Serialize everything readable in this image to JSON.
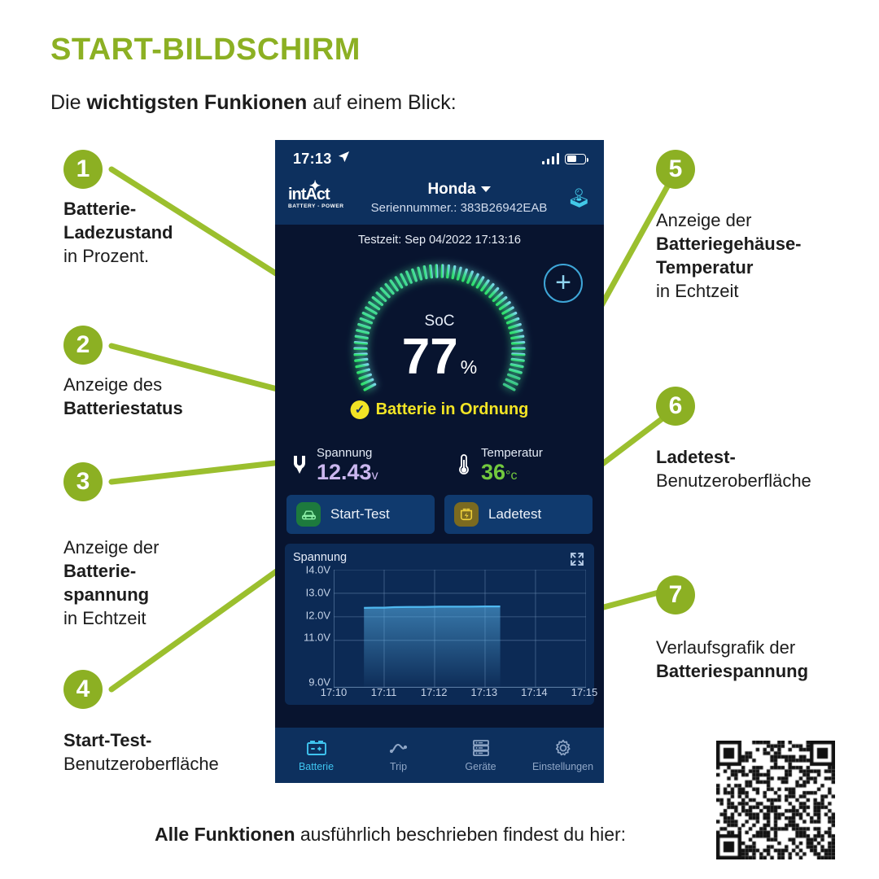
{
  "poster": {
    "title": "START-BILDSCHIRM",
    "subtitle_pre": "Die ",
    "subtitle_bold": "wichtigsten Funkionen",
    "subtitle_post": " auf einem Blick:",
    "footer_bold": "Alle Funktionen",
    "footer_post": " ausführlich beschrieben findest du hier:",
    "accent_color": "#8cb023",
    "qr_alt": "qr-code"
  },
  "callouts": [
    {
      "number": "1",
      "bold_first": "Batterie-\nLadezustand",
      "rest": "in Prozent."
    },
    {
      "number": "2",
      "intro": "Anzeige des",
      "bold": "Batteriestatus"
    },
    {
      "number": "3",
      "intro": "Anzeige der",
      "bold": "Batterie-\nspannung",
      "rest": "in Echtzeit"
    },
    {
      "number": "4",
      "bold_first": "Start-Test-",
      "rest": "Benutzeroberfläche"
    },
    {
      "number": "5",
      "intro": "Anzeige der",
      "bold": "Batteriegehäuse-\nTemperatur",
      "rest": "in Echtzeit"
    },
    {
      "number": "6",
      "bold_first": "Ladetest-",
      "rest": "Benutzeroberfläche"
    },
    {
      "number": "7",
      "intro": "Verlaufsgrafik der",
      "bold": "Batteriespannung"
    }
  ],
  "phone": {
    "statusbar": {
      "time": "17:13",
      "location_icon": "location-arrow-icon",
      "signal_icon": "cellular-signal-icon",
      "battery_icon": "battery-icon"
    },
    "header": {
      "logo_main": "intAct",
      "logo_sub": "BATTERY - POWER",
      "vehicle": "Honda",
      "serial": "Seriennummer.: 383B26942EAB",
      "bluetooth_icon": "bluetooth-icon",
      "bluetooth_color": "#42c8e8"
    },
    "testtime": "Testzeit: Sep 04/2022 17:13:16",
    "gauge": {
      "soc_label": "SoC",
      "soc_value": "77",
      "soc_unit": "%",
      "percent": 77,
      "status_text": "Batterie in Ordnung",
      "status_color": "#f2e425",
      "check_icon": "check-circle-icon",
      "add_icon": "plus-circle-icon",
      "arc_start_color": "#3fe07a",
      "arc_end_color": "#6fd8e8"
    },
    "stats": [
      {
        "icon": "voltage-icon",
        "label": "Spannung",
        "value": "12.43",
        "unit": "v",
        "color": "#cbb7ef"
      },
      {
        "icon": "thermometer-icon",
        "label": "Temperatur",
        "value": "36",
        "unit": "°c",
        "color": "#72c93e"
      }
    ],
    "actions": [
      {
        "icon": "car-icon",
        "label": "Start-Test",
        "icon_bg": "#1d7a3d"
      },
      {
        "icon": "charge-battery-icon",
        "label": "Ladetest",
        "icon_bg": "#7b6a20"
      }
    ],
    "chart_card": {
      "title": "Spannung",
      "expand_icon": "expand-fullscreen-icon"
    },
    "nav": [
      {
        "icon": "battery-nav-icon",
        "label": "Batterie",
        "active": true
      },
      {
        "icon": "trip-wave-icon",
        "label": "Trip",
        "active": false
      },
      {
        "icon": "devices-icon",
        "label": "Geräte",
        "active": false
      },
      {
        "icon": "gear-icon",
        "label": "Einstellungen",
        "active": false
      }
    ]
  },
  "chart_data": {
    "type": "line",
    "title": "Spannung",
    "xlabel": "",
    "ylabel": "V",
    "ylim": [
      9.0,
      14.0
    ],
    "yticks": [
      9.0,
      11.0,
      12.0,
      13.0,
      14.0
    ],
    "ytick_labels": [
      "9.0V",
      "11.0V",
      "I2.0V",
      "I3.0V",
      "I4.0V"
    ],
    "xticks": [
      "17:10",
      "17:11",
      "17:12",
      "17:13",
      "17:14",
      "17:15"
    ],
    "xlim": [
      "17:10",
      "17:15"
    ],
    "grid": true,
    "legend": "none",
    "line_color": "#4fb8f0",
    "fill": "area-gradient",
    "series": [
      {
        "name": "Spannung",
        "x": [
          "17:10.6",
          "17:10.8",
          "17:11.0",
          "17:11.2",
          "17:11.5",
          "17:11.8",
          "17:12.1",
          "17:12.4",
          "17:12.7",
          "17:13.0",
          "17:13.3"
        ],
        "values": [
          12.38,
          12.39,
          12.39,
          12.41,
          12.42,
          12.42,
          12.43,
          12.43,
          12.43,
          12.44,
          12.44
        ]
      }
    ]
  }
}
